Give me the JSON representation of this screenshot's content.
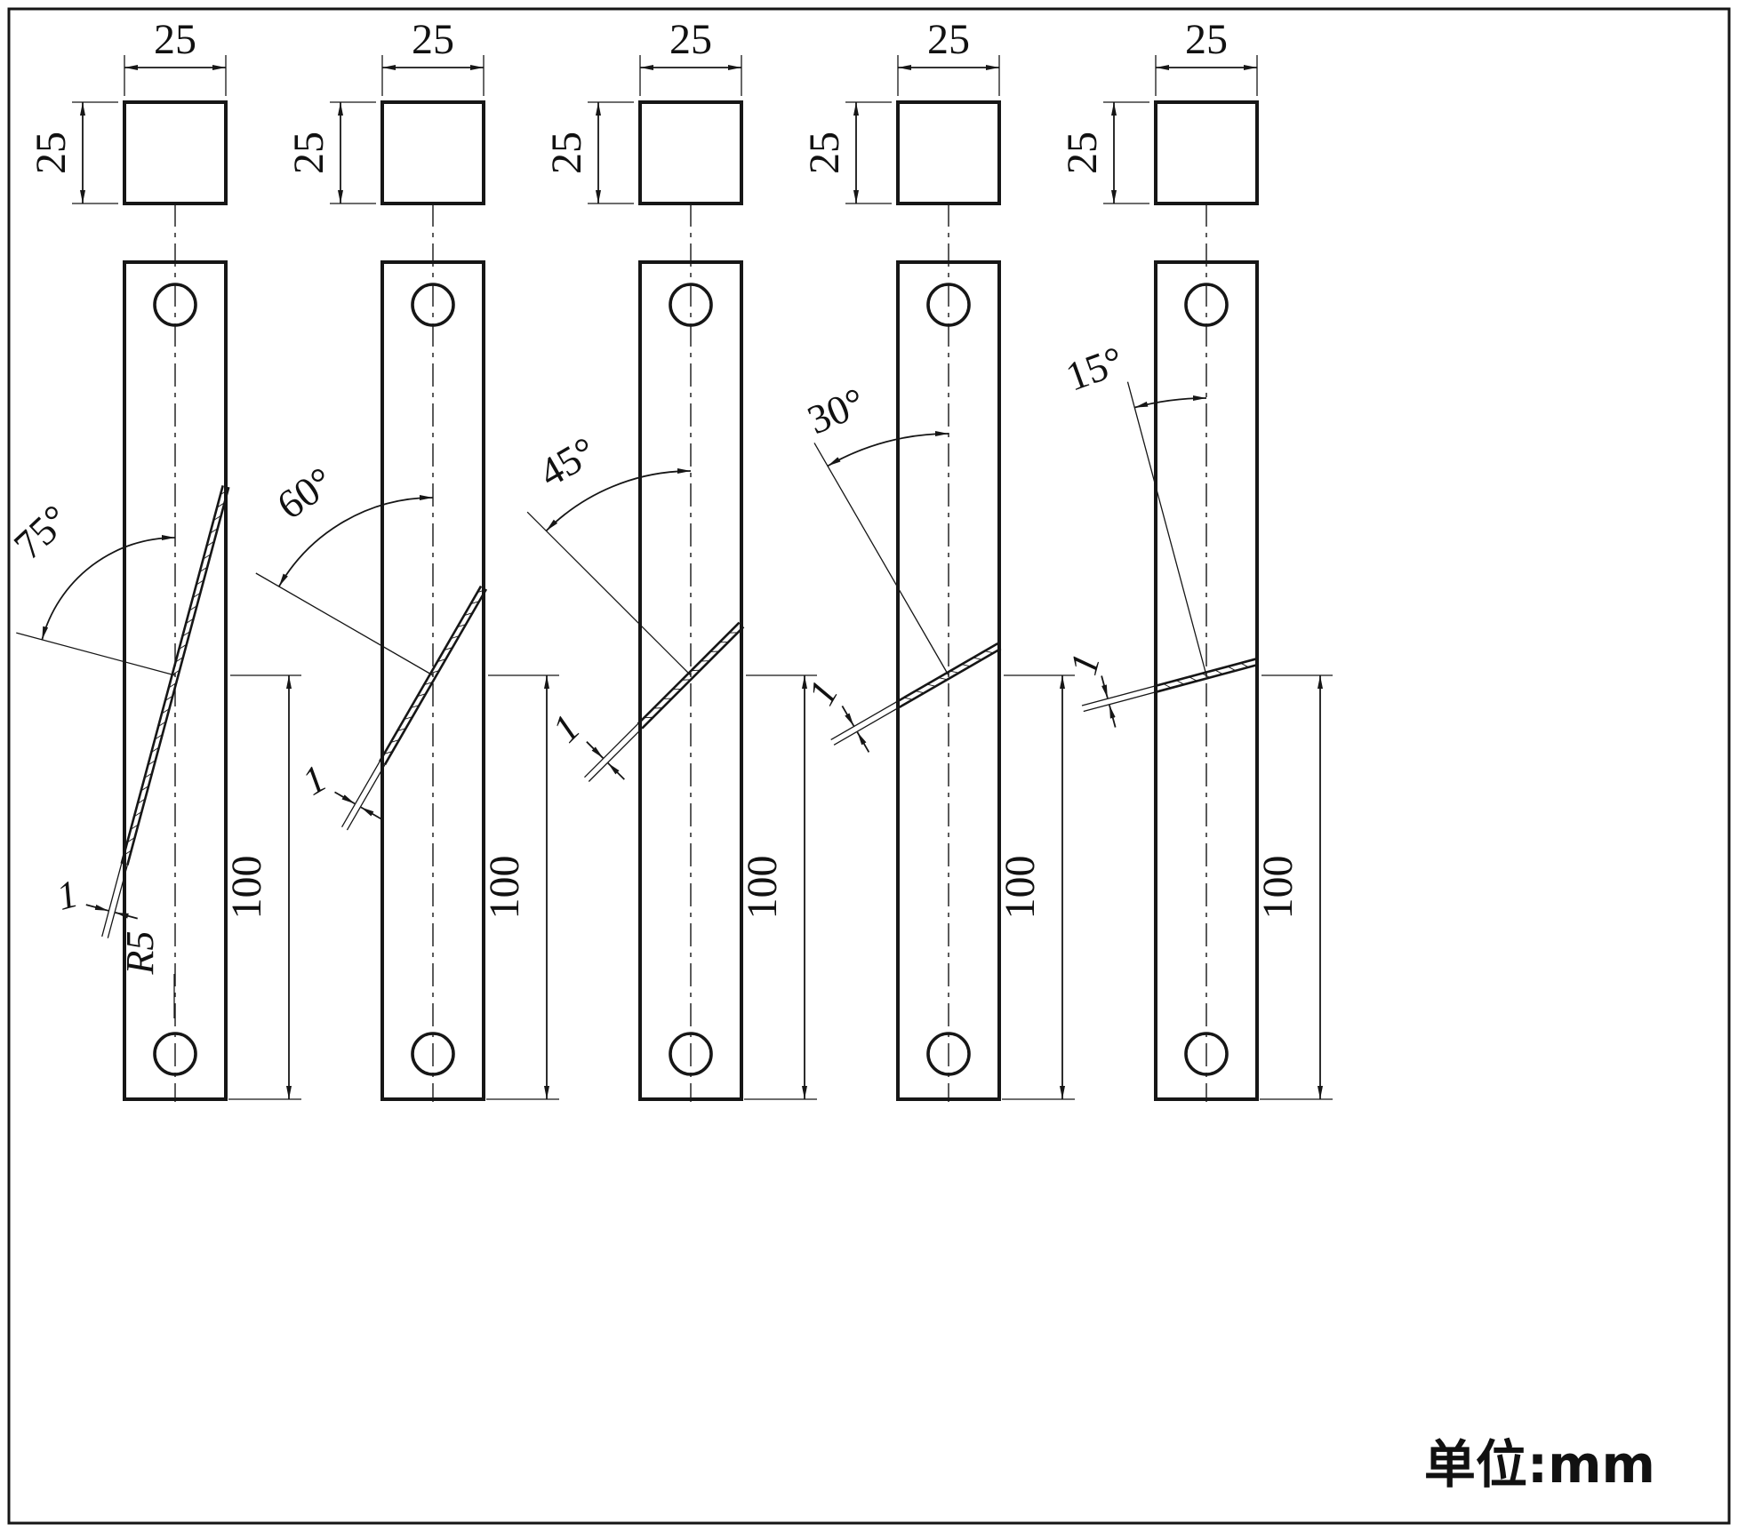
{
  "drawing": {
    "unit_note": "单位:mm",
    "line_color": "#161616",
    "background": "#ffffff"
  },
  "specimens": [
    {
      "angle_deg": 75,
      "angle_label": "75°",
      "top_width_label": "25",
      "side_height_label": "25",
      "length_label": "100",
      "bond_thickness_label": "1",
      "radius_label": "R5"
    },
    {
      "angle_deg": 60,
      "angle_label": "60°",
      "top_width_label": "25",
      "side_height_label": "25",
      "length_label": "100",
      "bond_thickness_label": "1"
    },
    {
      "angle_deg": 45,
      "angle_label": "45°",
      "top_width_label": "25",
      "side_height_label": "25",
      "length_label": "100",
      "bond_thickness_label": "1"
    },
    {
      "angle_deg": 30,
      "angle_label": "30°",
      "top_width_label": "25",
      "side_height_label": "25",
      "length_label": "100",
      "bond_thickness_label": "1"
    },
    {
      "angle_deg": 15,
      "angle_label": "15°",
      "top_width_label": "25",
      "side_height_label": "25",
      "length_label": "100",
      "bond_thickness_label": "1"
    }
  ]
}
